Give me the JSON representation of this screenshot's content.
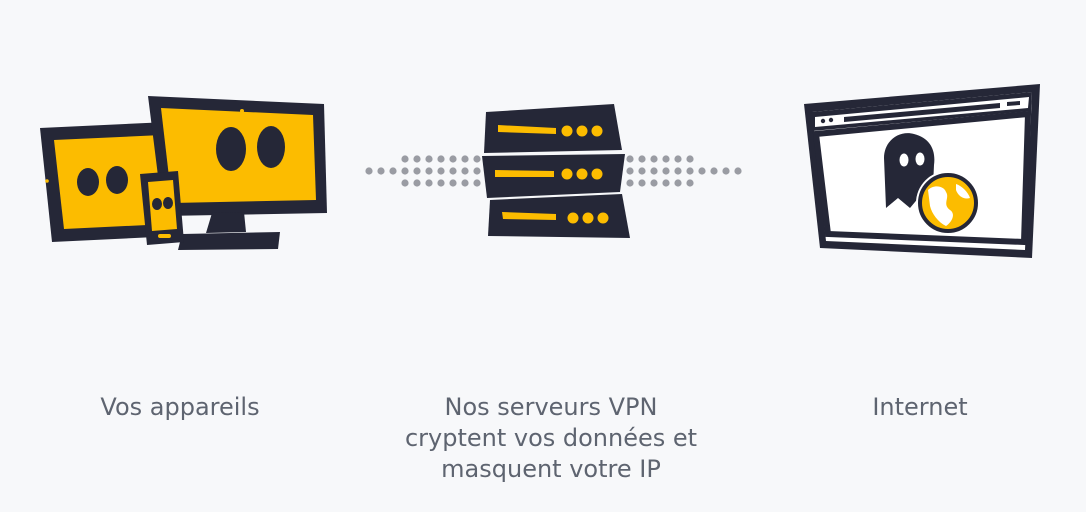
{
  "colors": {
    "background": "#f7f8fa",
    "navy": "#252737",
    "yellow": "#fcbc00",
    "dots": "#9a9ca3",
    "caption": "#5e6470",
    "white": "#ffffff"
  },
  "icons": {
    "devices": "devices-illustration-icon",
    "servers": "vpn-servers-illustration-icon",
    "internet": "browser-window-icon",
    "globe": "globe-icon",
    "ghost": "ghost-icon"
  },
  "steps": [
    {
      "lines": [
        "Vos appareils"
      ]
    },
    {
      "lines": [
        "Nos serveurs VPN",
        "cryptent vos données et",
        "masquent votre IP"
      ]
    },
    {
      "lines": [
        "Internet"
      ]
    }
  ]
}
